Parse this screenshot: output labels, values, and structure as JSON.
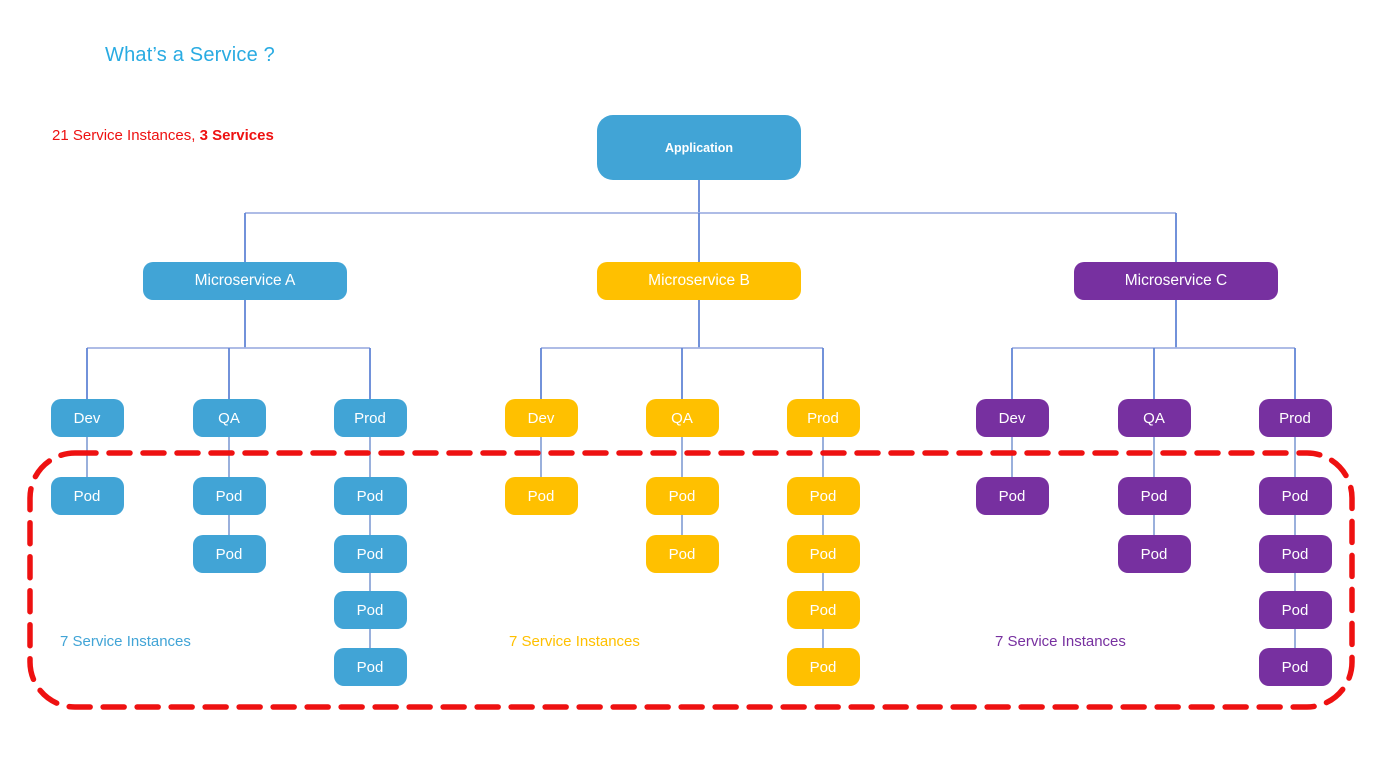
{
  "title": {
    "text": "What’s a Service ?",
    "color": "#29ABE2"
  },
  "subtitle": {
    "prefix": "21 Service Instances, ",
    "bold": "3 Services",
    "color": "#EE1111"
  },
  "root": {
    "label": "Application",
    "color": "#41A4D6"
  },
  "groups": [
    {
      "label": "Microservice A",
      "color": "#41A4D6",
      "instances_label": "7 Service Instances",
      "environments": [
        {
          "label": "Dev",
          "pods": [
            "Pod"
          ]
        },
        {
          "label": "QA",
          "pods": [
            "Pod",
            "Pod"
          ]
        },
        {
          "label": "Prod",
          "pods": [
            "Pod",
            "Pod",
            "Pod",
            "Pod"
          ]
        }
      ]
    },
    {
      "label": "Microservice B",
      "color": "#FFC000",
      "instances_label": "7 Service Instances",
      "environments": [
        {
          "label": "Dev",
          "pods": [
            "Pod"
          ]
        },
        {
          "label": "QA",
          "pods": [
            "Pod",
            "Pod"
          ]
        },
        {
          "label": "Prod",
          "pods": [
            "Pod",
            "Pod",
            "Pod",
            "Pod"
          ]
        }
      ]
    },
    {
      "label": "Microservice C",
      "color": "#7730A0",
      "instances_label": "7 Service Instances",
      "environments": [
        {
          "label": "Dev",
          "pods": [
            "Pod"
          ]
        },
        {
          "label": "QA",
          "pods": [
            "Pod",
            "Pod"
          ]
        },
        {
          "label": "Prod",
          "pods": [
            "Pod",
            "Pod",
            "Pod",
            "Pod"
          ]
        }
      ]
    }
  ],
  "highlight_box": {
    "color": "#EE1111",
    "style": "dashed"
  },
  "connectors": {
    "vertical": "#6286D6",
    "horizontal": "#A2B3E3",
    "pod": "#8FA8D8"
  }
}
